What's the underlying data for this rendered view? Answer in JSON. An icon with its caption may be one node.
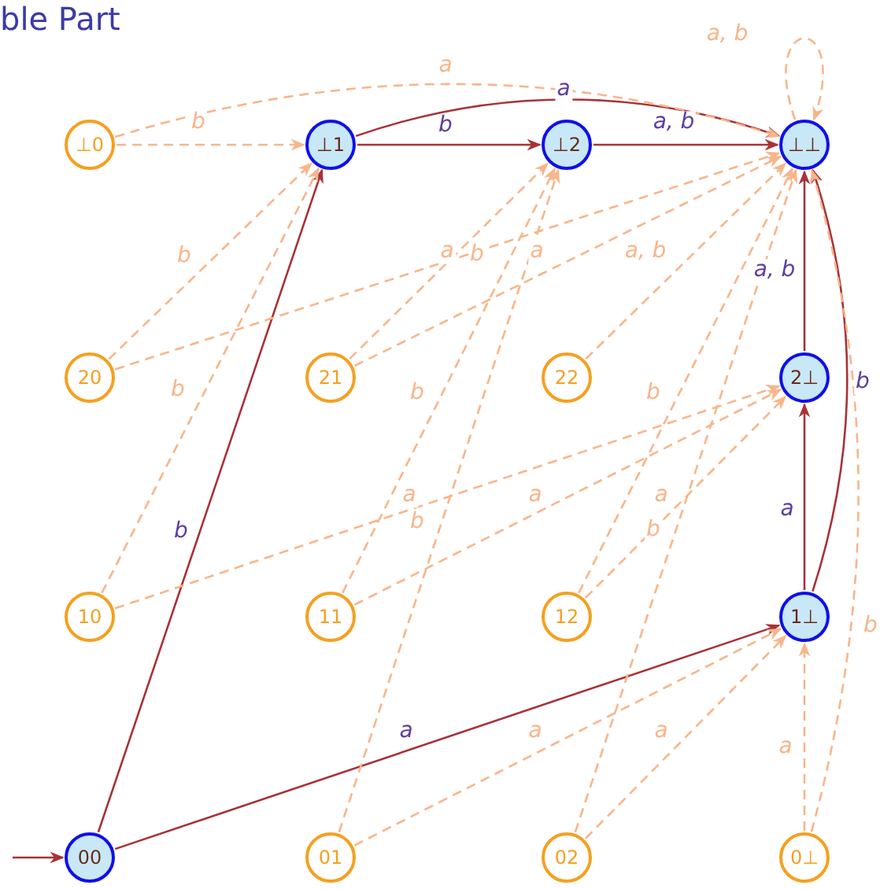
{
  "diagram": {
    "title": "ble Part",
    "nodes": [
      {
        "text": [
          "⊥0"
        ]
      },
      {
        "text": [
          "⊥1"
        ]
      },
      {
        "text": [
          "⊥2"
        ]
      },
      {
        "text": [
          "⊥⊥"
        ]
      },
      {
        "text": [
          "20"
        ]
      },
      {
        "text": [
          "21"
        ]
      },
      {
        "text": [
          "22"
        ]
      },
      {
        "text": [
          "2⊥"
        ]
      },
      {
        "text": [
          "10"
        ]
      },
      {
        "text": [
          "11"
        ]
      },
      {
        "text": [
          "12"
        ]
      },
      {
        "text": [
          "1⊥"
        ]
      },
      {
        "text": [
          "00"
        ]
      },
      {
        "text": [
          "01"
        ]
      },
      {
        "text": [
          "02"
        ]
      },
      {
        "text": [
          "0⊥"
        ]
      }
    ],
    "edges": [
      {
        "from": null,
        "to": 12,
        "arrow": "to",
        "color": "#a83238"
      },
      {
        "from": 12,
        "to": 1,
        "arrow": "to",
        "label": "b",
        "color": "#a83238"
      },
      {
        "from": 12,
        "to": 11,
        "arrow": "to",
        "label": "a",
        "color": "#a83238"
      },
      {
        "from": 1,
        "to": 2,
        "arrow": "to",
        "label": "b",
        "color": "#a83238"
      },
      {
        "from": 1,
        "to": 3,
        "arrow": "to",
        "label": "a",
        "color": "#a83238"
      },
      {
        "from": 2,
        "to": 3,
        "arrow": "to",
        "label": "a, b",
        "color": "#a83238"
      },
      {
        "from": 7,
        "to": 3,
        "arrow": "to",
        "label": "a, b",
        "color": "#a83238"
      },
      {
        "from": 11,
        "to": 7,
        "arrow": "to",
        "label": "a",
        "color": "#a83238"
      },
      {
        "from": 11,
        "to": 3,
        "arrow": "to",
        "label": "b",
        "color": "#a83238"
      },
      {
        "from": 0,
        "to": 1,
        "arrow": "to",
        "label": "b",
        "style": "dashed"
      },
      {
        "from": 0,
        "to": 3,
        "arrow": "to",
        "label": "a",
        "style": "dashed"
      },
      {
        "from": 3,
        "to": 3,
        "arrow": "to",
        "label": "a, b",
        "style": "dashed"
      },
      {
        "from": 4,
        "to": 1,
        "arrow": "to",
        "label": "b",
        "style": "dashed"
      },
      {
        "from": 4,
        "to": 3,
        "arrow": "to",
        "label": "a",
        "style": "dashed"
      },
      {
        "from": 5,
        "to": 2,
        "arrow": "to",
        "label": "b",
        "style": "dashed"
      },
      {
        "from": 5,
        "to": 3,
        "arrow": "to",
        "label": "a",
        "style": "dashed"
      },
      {
        "from": 6,
        "to": 3,
        "arrow": "to",
        "label": "a, b",
        "style": "dashed"
      },
      {
        "from": 8,
        "to": 1,
        "arrow": "to",
        "label": "b",
        "style": "dashed"
      },
      {
        "from": 8,
        "to": 7,
        "arrow": "to",
        "label": "a",
        "style": "dashed"
      },
      {
        "from": 9,
        "to": 2,
        "arrow": "to",
        "label": "b",
        "style": "dashed"
      },
      {
        "from": 9,
        "to": 7,
        "arrow": "to",
        "label": "a",
        "style": "dashed"
      },
      {
        "from": 10,
        "to": 7,
        "arrow": "to",
        "label": "a",
        "style": "dashed"
      },
      {
        "from": 10,
        "to": 3,
        "arrow": "to",
        "label": "b",
        "style": "dashed"
      },
      {
        "from": 13,
        "to": 2,
        "arrow": "to",
        "label": "b",
        "style": "dashed"
      },
      {
        "from": 13,
        "to": 11,
        "arrow": "to",
        "label": "a",
        "style": "dashed"
      },
      {
        "from": 14,
        "to": 3,
        "arrow": "to",
        "label": "b",
        "style": "dashed"
      },
      {
        "from": 14,
        "to": 11,
        "arrow": "to",
        "label": "a",
        "style": "dashed"
      },
      {
        "from": 15,
        "to": 11,
        "arrow": "to",
        "label": "a",
        "style": "dashed"
      },
      {
        "from": 15,
        "to": 3,
        "arrow": "to",
        "label": "b",
        "style": "dashed"
      }
    ]
  }
}
